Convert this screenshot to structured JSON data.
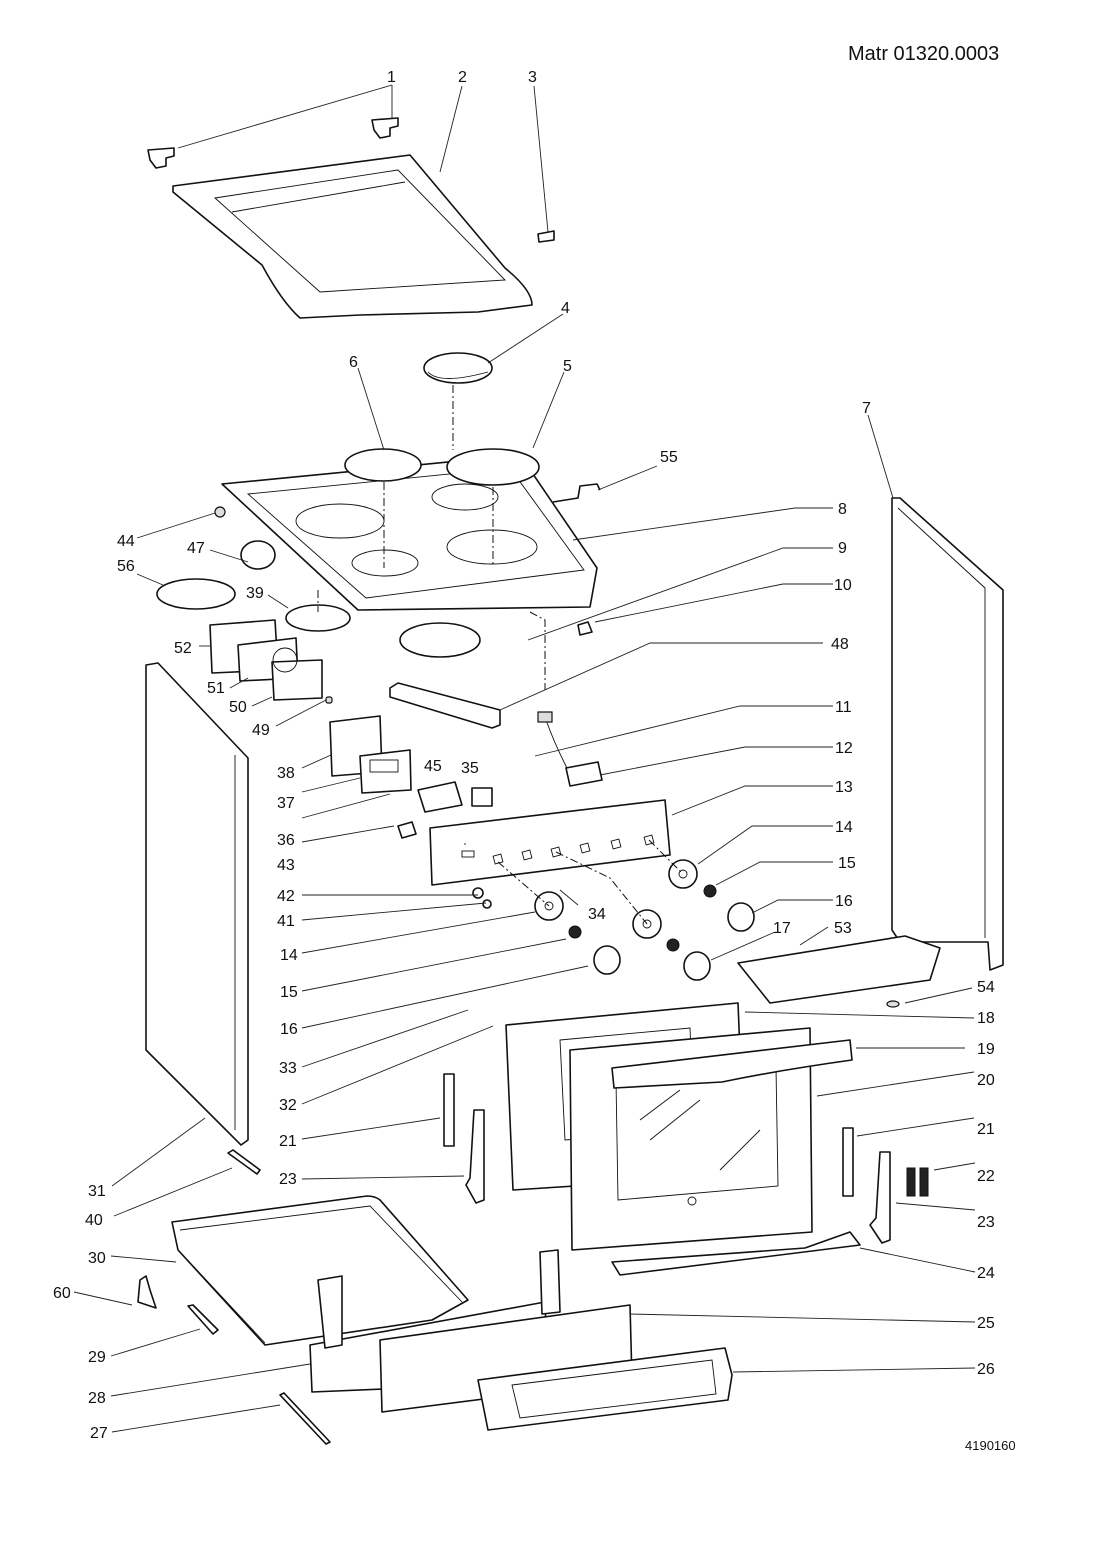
{
  "header": {
    "material_code": "Matr 01320.0003"
  },
  "footer": {
    "drawing_number": "4190160"
  },
  "diagram": {
    "type": "exploded parts diagram",
    "subject": "electric cooker / oven",
    "callouts": [
      {
        "id": "c1",
        "label": "1"
      },
      {
        "id": "c2",
        "label": "2"
      },
      {
        "id": "c3",
        "label": "3"
      },
      {
        "id": "c4",
        "label": "4"
      },
      {
        "id": "c5",
        "label": "5"
      },
      {
        "id": "c6",
        "label": "6"
      },
      {
        "id": "c7",
        "label": "7"
      },
      {
        "id": "c8",
        "label": "8"
      },
      {
        "id": "c9",
        "label": "9"
      },
      {
        "id": "c10",
        "label": "10"
      },
      {
        "id": "c48",
        "label": "48"
      },
      {
        "id": "c11",
        "label": "11"
      },
      {
        "id": "c12",
        "label": "12"
      },
      {
        "id": "c13",
        "label": "13"
      },
      {
        "id": "c14r",
        "label": "14"
      },
      {
        "id": "c15r",
        "label": "15"
      },
      {
        "id": "c16r",
        "label": "16"
      },
      {
        "id": "c17",
        "label": "17"
      },
      {
        "id": "c53",
        "label": "53"
      },
      {
        "id": "c54",
        "label": "54"
      },
      {
        "id": "c18",
        "label": "18"
      },
      {
        "id": "c19",
        "label": "19"
      },
      {
        "id": "c20",
        "label": "20"
      },
      {
        "id": "c21r",
        "label": "21"
      },
      {
        "id": "c22",
        "label": "22"
      },
      {
        "id": "c23r",
        "label": "23"
      },
      {
        "id": "c24",
        "label": "24"
      },
      {
        "id": "c25",
        "label": "25"
      },
      {
        "id": "c26",
        "label": "26"
      },
      {
        "id": "c55",
        "label": "55"
      },
      {
        "id": "c44",
        "label": "44"
      },
      {
        "id": "c47",
        "label": "47"
      },
      {
        "id": "c56",
        "label": "56"
      },
      {
        "id": "c39",
        "label": "39"
      },
      {
        "id": "c52",
        "label": "52"
      },
      {
        "id": "c51",
        "label": "51"
      },
      {
        "id": "c50",
        "label": "50"
      },
      {
        "id": "c49",
        "label": "49"
      },
      {
        "id": "c38",
        "label": "38"
      },
      {
        "id": "c37",
        "label": "37"
      },
      {
        "id": "c45",
        "label": "45"
      },
      {
        "id": "c35",
        "label": "35"
      },
      {
        "id": "c36",
        "label": "36"
      },
      {
        "id": "c43",
        "label": "43"
      },
      {
        "id": "c42",
        "label": "42"
      },
      {
        "id": "c41",
        "label": "41"
      },
      {
        "id": "c34",
        "label": "34"
      },
      {
        "id": "c14l",
        "label": "14"
      },
      {
        "id": "c15l",
        "label": "15"
      },
      {
        "id": "c16l",
        "label": "16"
      },
      {
        "id": "c33",
        "label": "33"
      },
      {
        "id": "c32",
        "label": "32"
      },
      {
        "id": "c21l",
        "label": "21"
      },
      {
        "id": "c23l",
        "label": "23"
      },
      {
        "id": "c31",
        "label": "31"
      },
      {
        "id": "c40",
        "label": "40"
      },
      {
        "id": "c30",
        "label": "30"
      },
      {
        "id": "c60",
        "label": "60"
      },
      {
        "id": "c29",
        "label": "29"
      },
      {
        "id": "c28",
        "label": "28"
      },
      {
        "id": "c27",
        "label": "27"
      }
    ]
  }
}
